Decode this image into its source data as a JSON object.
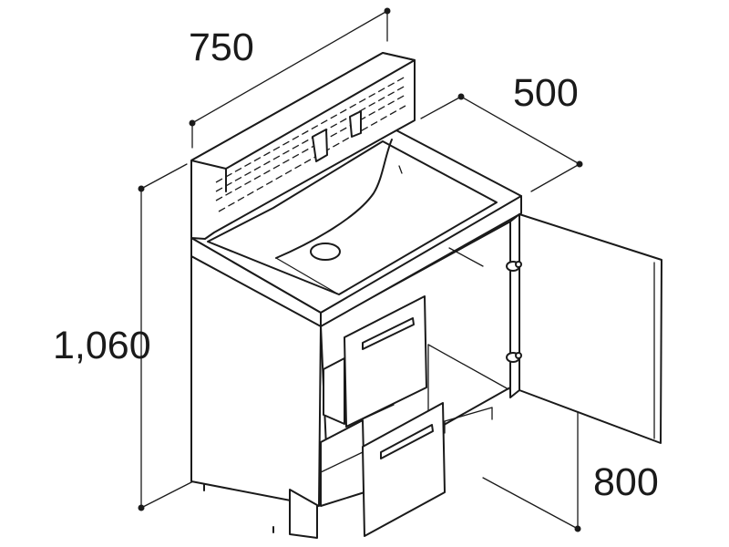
{
  "dimensions": {
    "width": "750",
    "depth": "500",
    "height": "1,060",
    "counter_height": "800"
  }
}
